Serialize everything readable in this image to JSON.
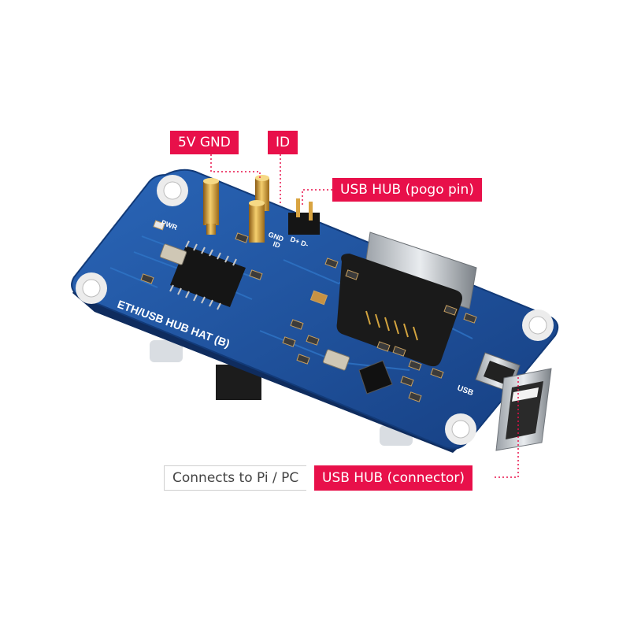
{
  "board": {
    "title": "ETH/USB HUB HAT (B)",
    "silkscreen": {
      "pwr": "PWR",
      "gnd": "GND",
      "id": "ID",
      "dplus_dminus": "D+ D-",
      "usb": "USB"
    }
  },
  "callouts": {
    "power_gnd": "5V GND",
    "id": "ID",
    "usb_hub_pogo": "USB HUB (pogo pin)",
    "connects_to": "Connects to Pi / PC",
    "usb_hub_connector": "USB HUB (connector)"
  },
  "colors": {
    "callout_red": "#e8104a",
    "board_blue": "#1e4f98",
    "pogo_gold": "#d9a441"
  }
}
